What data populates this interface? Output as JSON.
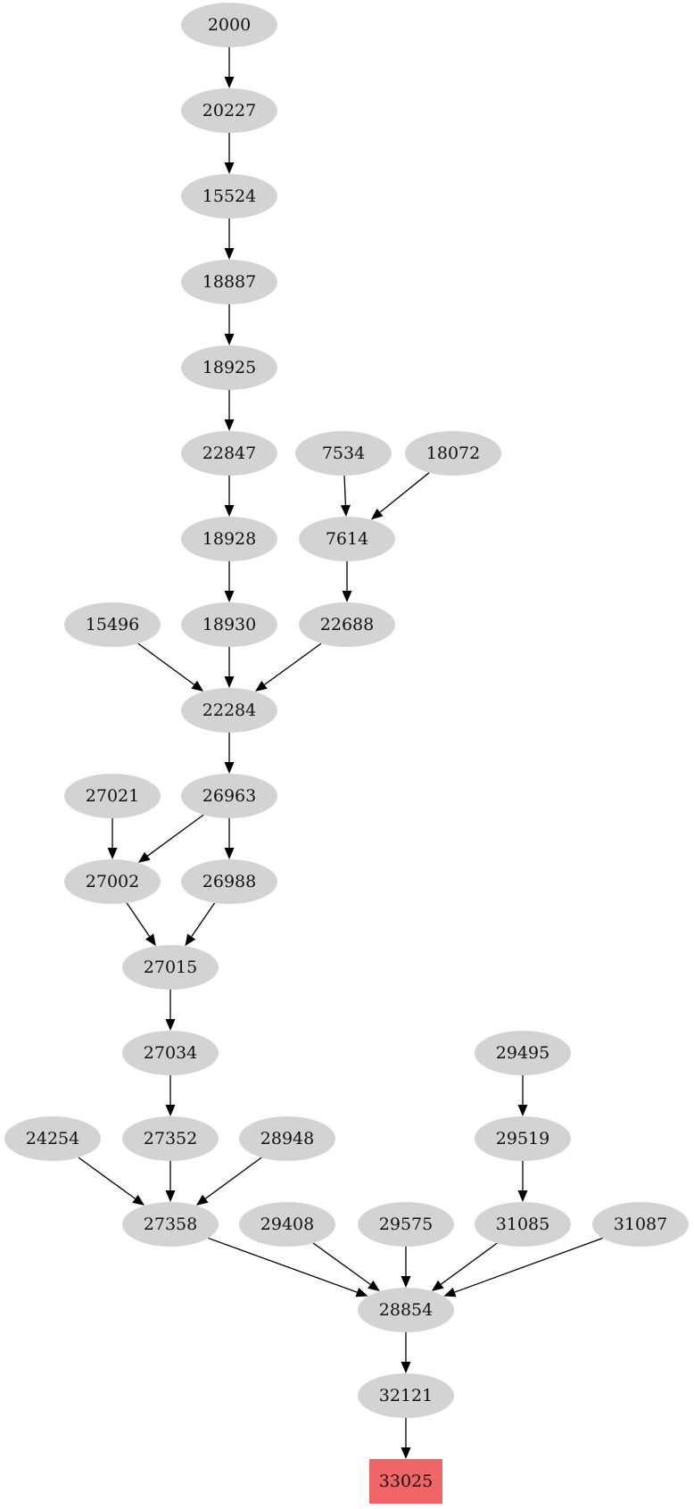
{
  "graph": {
    "node_fill": "#d3d3d3",
    "target_fill": "#f06566",
    "nodes": [
      {
        "id": "n2000",
        "label": "2000"
      },
      {
        "id": "n20227",
        "label": "20227"
      },
      {
        "id": "n15524",
        "label": "15524"
      },
      {
        "id": "n18887",
        "label": "18887"
      },
      {
        "id": "n18925",
        "label": "18925"
      },
      {
        "id": "n22847",
        "label": "22847"
      },
      {
        "id": "n7534",
        "label": "7534"
      },
      {
        "id": "n18072",
        "label": "18072"
      },
      {
        "id": "n18928",
        "label": "18928"
      },
      {
        "id": "n7614",
        "label": "7614"
      },
      {
        "id": "n15496",
        "label": "15496"
      },
      {
        "id": "n18930",
        "label": "18930"
      },
      {
        "id": "n22688",
        "label": "22688"
      },
      {
        "id": "n22284",
        "label": "22284"
      },
      {
        "id": "n27021",
        "label": "27021"
      },
      {
        "id": "n26963",
        "label": "26963"
      },
      {
        "id": "n27002",
        "label": "27002"
      },
      {
        "id": "n26988",
        "label": "26988"
      },
      {
        "id": "n27015",
        "label": "27015"
      },
      {
        "id": "n27034",
        "label": "27034"
      },
      {
        "id": "n29495",
        "label": "29495"
      },
      {
        "id": "n24254",
        "label": "24254"
      },
      {
        "id": "n27352",
        "label": "27352"
      },
      {
        "id": "n28948",
        "label": "28948"
      },
      {
        "id": "n29519",
        "label": "29519"
      },
      {
        "id": "n27358",
        "label": "27358"
      },
      {
        "id": "n29408",
        "label": "29408"
      },
      {
        "id": "n29575",
        "label": "29575"
      },
      {
        "id": "n31085",
        "label": "31085"
      },
      {
        "id": "n31087",
        "label": "31087"
      },
      {
        "id": "n28854",
        "label": "28854"
      },
      {
        "id": "n32121",
        "label": "32121"
      },
      {
        "id": "n33025",
        "label": "33025",
        "shape": "box",
        "target": true
      }
    ],
    "edges": [
      [
        "n2000",
        "n20227"
      ],
      [
        "n20227",
        "n15524"
      ],
      [
        "n15524",
        "n18887"
      ],
      [
        "n18887",
        "n18925"
      ],
      [
        "n18925",
        "n22847"
      ],
      [
        "n22847",
        "n18928"
      ],
      [
        "n7534",
        "n7614"
      ],
      [
        "n18072",
        "n7614"
      ],
      [
        "n18928",
        "n18930"
      ],
      [
        "n7614",
        "n22688"
      ],
      [
        "n15496",
        "n22284"
      ],
      [
        "n18930",
        "n22284"
      ],
      [
        "n22688",
        "n22284"
      ],
      [
        "n22284",
        "n26963"
      ],
      [
        "n27021",
        "n27002"
      ],
      [
        "n26963",
        "n27002"
      ],
      [
        "n26963",
        "n26988"
      ],
      [
        "n27002",
        "n27015"
      ],
      [
        "n26988",
        "n27015"
      ],
      [
        "n27015",
        "n27034"
      ],
      [
        "n27034",
        "n27352"
      ],
      [
        "n29495",
        "n29519"
      ],
      [
        "n24254",
        "n27358"
      ],
      [
        "n27352",
        "n27358"
      ],
      [
        "n28948",
        "n27358"
      ],
      [
        "n29519",
        "n31085"
      ],
      [
        "n27358",
        "n28854"
      ],
      [
        "n29408",
        "n28854"
      ],
      [
        "n29575",
        "n28854"
      ],
      [
        "n31085",
        "n28854"
      ],
      [
        "n31087",
        "n28854"
      ],
      [
        "n28854",
        "n32121"
      ],
      [
        "n32121",
        "n33025"
      ]
    ]
  }
}
